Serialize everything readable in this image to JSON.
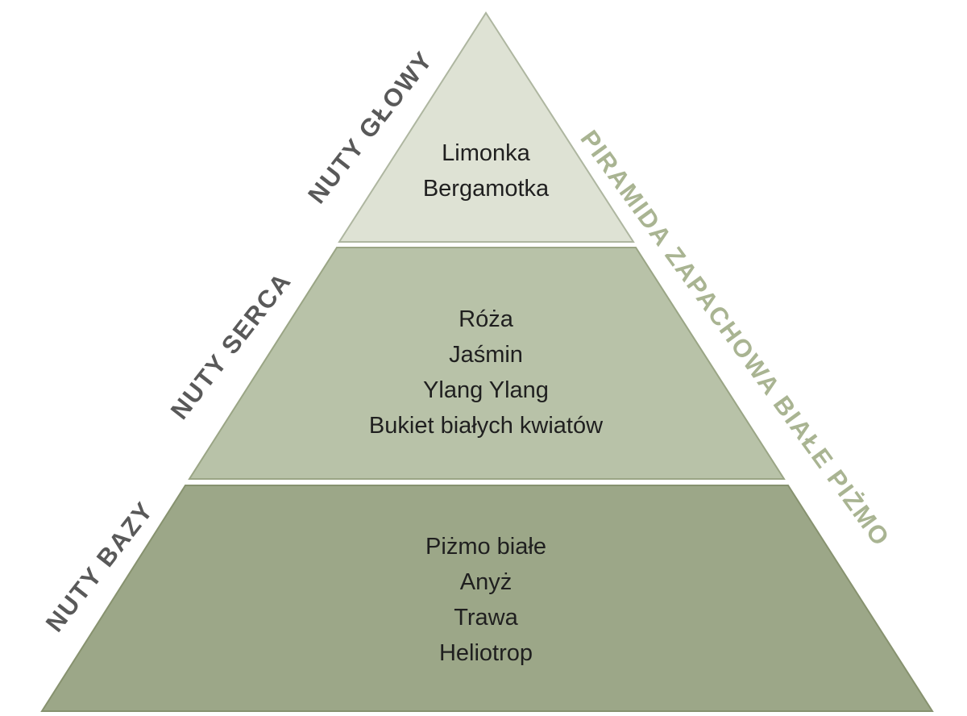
{
  "title": "PIRAMIDA ZAPACHOWA BIAŁE PIŻMO",
  "tiers": [
    {
      "label": "NUTY GŁOWY",
      "notes": [
        "Limonka",
        "Bergamotka"
      ]
    },
    {
      "label": "NUTY SERCA",
      "notes": [
        "Róża",
        "Jaśmin",
        "Ylang Ylang",
        "Bukiet białych kwiatów"
      ]
    },
    {
      "label": "NUTY BAZY",
      "notes": [
        "Piżmo białe",
        "Anyż",
        "Trawa",
        "Heliotrop"
      ]
    }
  ],
  "colors": {
    "background": "#ffffff",
    "tier_top": "#dee2d4",
    "tier_top_border": "#aeb6a0",
    "tier_middle": "#b8c2a8",
    "tier_middle_border": "#9aa585",
    "tier_bottom": "#9ca788",
    "tier_bottom_border": "#87926f",
    "side_label": "#595959",
    "title": "#a9b492",
    "note_text": "#1f1f1f"
  }
}
